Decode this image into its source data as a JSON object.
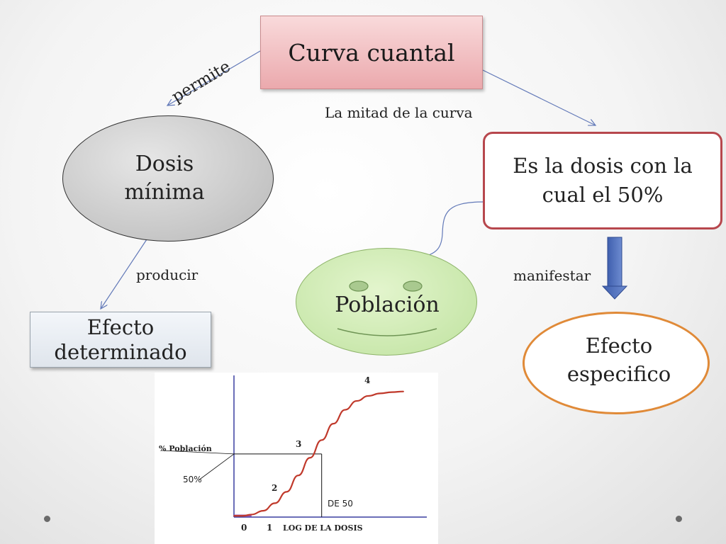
{
  "title": "Curva cuantal",
  "nodes": {
    "dose": "Dosis\nmínima",
    "effect_determined": "Efecto\ndeterminado",
    "definition": "Es la dosis con la\ncual el 50%",
    "population": "Población",
    "effect_specific": "Efecto\nespecifico"
  },
  "edges": {
    "permite": "permite",
    "half_curve": "La mitad de la curva",
    "producir": "producir",
    "manifestar": "manifestar"
  },
  "colors": {
    "title_fill": "#eba9ad",
    "definition_border": "#b7474d",
    "specific_border": "#e08a38",
    "population_fill": "#bfe29f",
    "arrow_blue": "#6279b8",
    "curve_red": "#c0392b"
  },
  "chart_data": {
    "type": "line",
    "ylabel": "% Población",
    "xlabel": "LOG DE LA DOSIS",
    "x_ticks": [
      "0",
      "1"
    ],
    "annotations": [
      "1",
      "2",
      "3",
      "4"
    ],
    "y_marker_label": "50%",
    "x_marker_label": "DE 50",
    "x": [
      0,
      0.3,
      0.6,
      1.0,
      1.4,
      1.8,
      2.2,
      2.6,
      3.0,
      3.4,
      3.8,
      4.2,
      4.6,
      5.0,
      5.4,
      5.8
    ],
    "y": [
      1,
      1,
      2,
      5,
      11,
      20,
      33,
      47,
      61,
      74,
      85,
      92,
      96,
      98,
      99,
      99.5
    ],
    "xlim": [
      0,
      6.5
    ],
    "ylim": [
      0,
      110
    ],
    "marker_x": 3.0,
    "marker_y": 50
  }
}
